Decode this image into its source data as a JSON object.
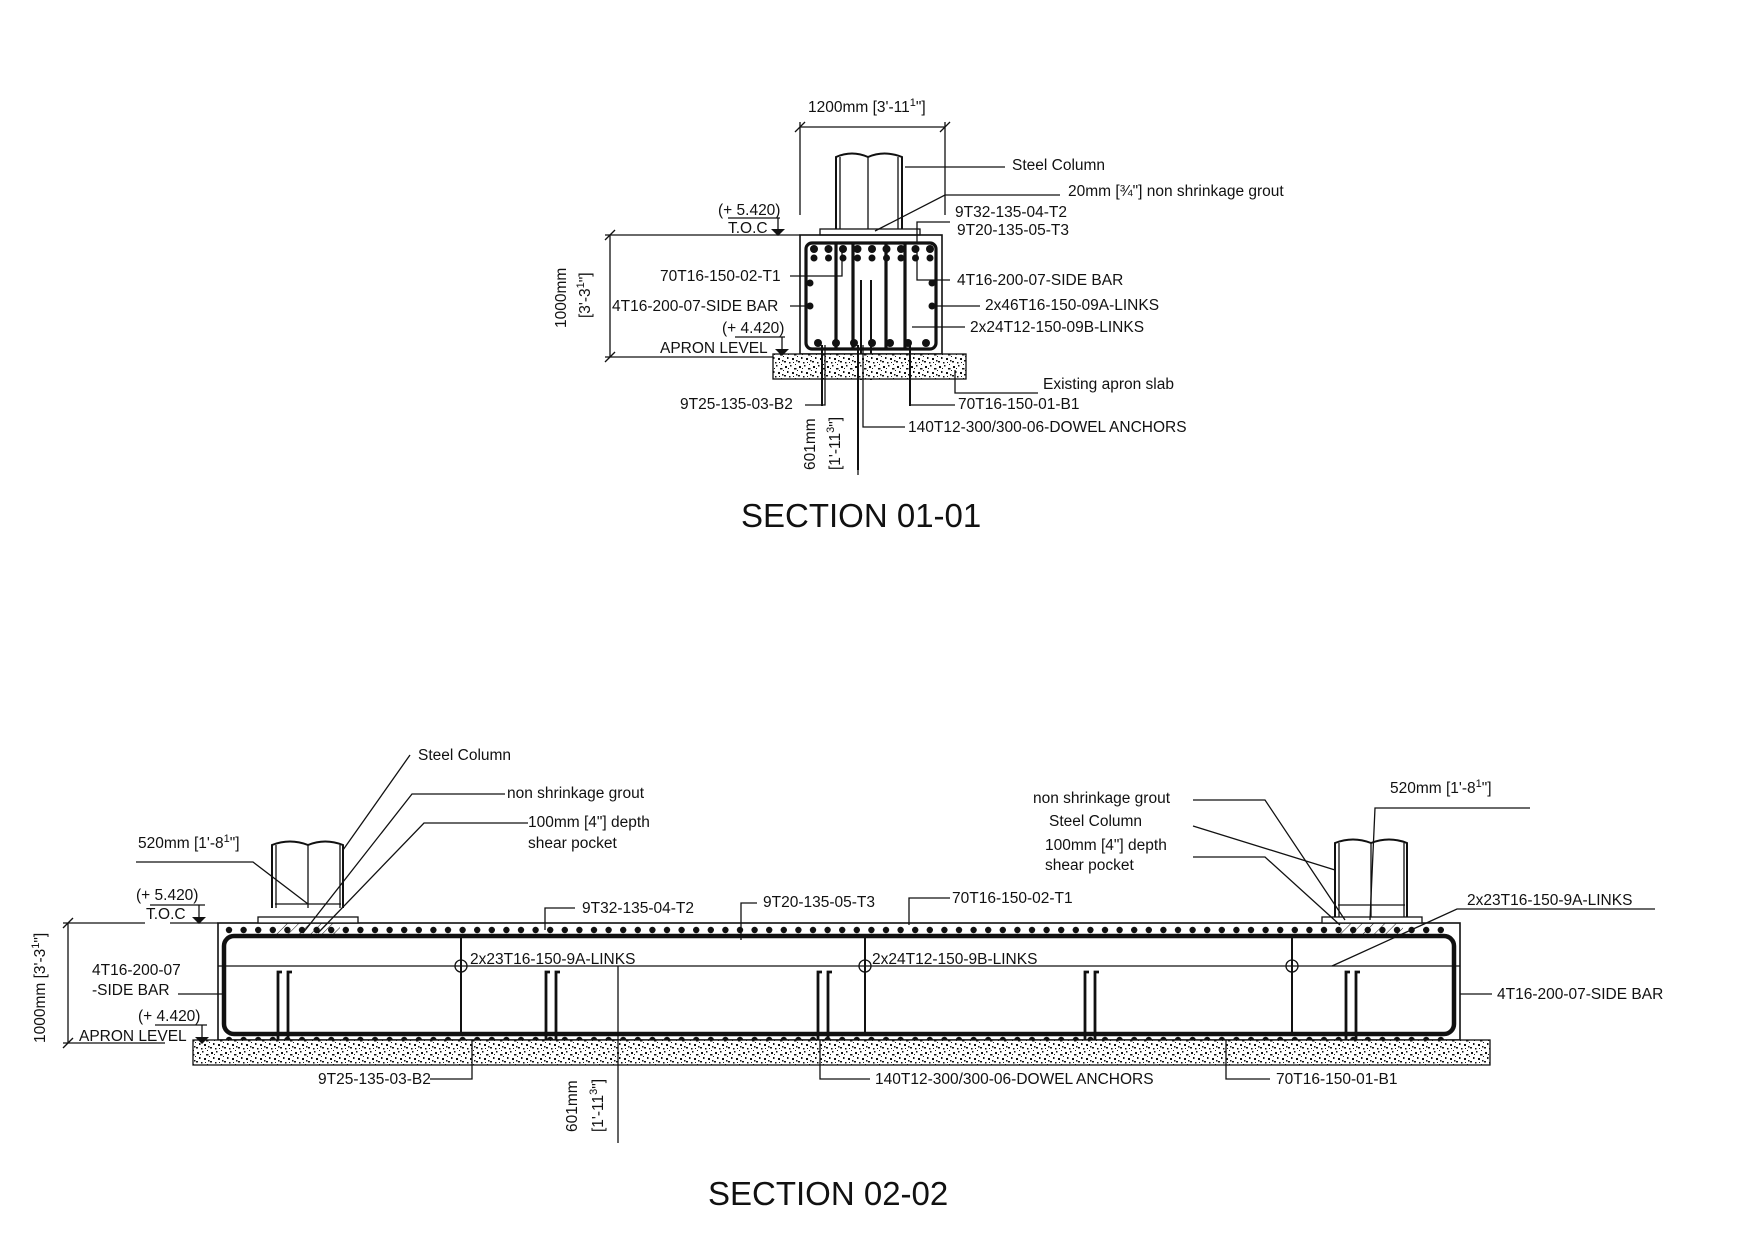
{
  "drawing": {
    "section_01": {
      "title": "SECTION 01-01",
      "width_dim": {
        "value": "1200mm [3'-11",
        "frac_num": "1",
        "frac_den": "4",
        "suffix": "\"]"
      },
      "height_dim": {
        "value": "1000mm",
        "imperial": "[3'-3",
        "frac_num": "1",
        "frac_den": "2",
        "suffix": "\"]"
      },
      "anchor_dim": {
        "value": "601mm",
        "imperial": "[1'-11",
        "frac_num": "3",
        "frac_den": "4",
        "suffix": "\"]"
      },
      "toc_level": "(+ 5.420)",
      "toc_label": "T.O.C",
      "apron_level": "(+ 4.420)",
      "apron_label": "APRON LEVEL",
      "labels": {
        "steel_column": "Steel Column",
        "grout": "20mm [¾\"] non shrinkage grout",
        "t2": "9T32-135-04-T2",
        "t3": "9T20-135-05-T3",
        "t1": "70T16-150-02-T1",
        "side_bar_left": "4T16-200-07-SIDE BAR",
        "side_bar_right": "4T16-200-07-SIDE BAR",
        "links_a": "2x46T16-150-09A-LINKS",
        "links_b": "2x24T12-150-09B-LINKS",
        "existing_slab": "Existing apron slab",
        "b2": "9T25-135-03-B2",
        "b1": "70T16-150-01-B1",
        "dowels": "140T12-300/300-06-DOWEL ANCHORS"
      }
    },
    "section_02": {
      "title": "SECTION 02-02",
      "column_width_left": {
        "value": "520mm [1'-8",
        "frac_num": "1",
        "frac_den": "2",
        "suffix": "\"]"
      },
      "column_width_right": {
        "value": "520mm [1'-8",
        "frac_num": "1",
        "frac_den": "2",
        "suffix": "\"]"
      },
      "height_dim": {
        "value": "1000mm [3'-3",
        "frac_num": "1",
        "frac_den": "2",
        "suffix": "\"]"
      },
      "anchor_dim": {
        "value": "601mm",
        "imperial": "[1'-11",
        "frac_num": "3",
        "frac_den": "4",
        "suffix": "\"]"
      },
      "toc_level": "(+ 5.420)",
      "toc_label": "T.O.C",
      "apron_level": "(+ 4.420)",
      "apron_label": "APRON LEVEL",
      "labels": {
        "steel_column_left": "Steel Column",
        "grout_left": "non shrinkage grout",
        "pocket_left_1": "100mm [4\"] depth",
        "pocket_left_2": "shear pocket",
        "grout_right": "non shrinkage grout",
        "steel_column_right": "Steel Column",
        "pocket_right_1": "100mm [4\"] depth",
        "pocket_right_2": "shear pocket",
        "t2": "9T32-135-04-T2",
        "t3": "9T20-135-05-T3",
        "t1": "70T16-150-02-T1",
        "links_a_right": "2x23T16-150-9A-LINKS",
        "links_a_mid": "2x23T16-150-9A-LINKS",
        "links_b_mid": "2x24T12-150-9B-LINKS",
        "side_bar_left_1": "4T16-200-07",
        "side_bar_left_2": "-SIDE BAR",
        "side_bar_right": "4T16-200-07-SIDE BAR",
        "b2": "9T25-135-03-B2",
        "dowels": "140T12-300/300-06-DOWEL ANCHORS",
        "b1": "70T16-150-01-B1"
      }
    }
  }
}
